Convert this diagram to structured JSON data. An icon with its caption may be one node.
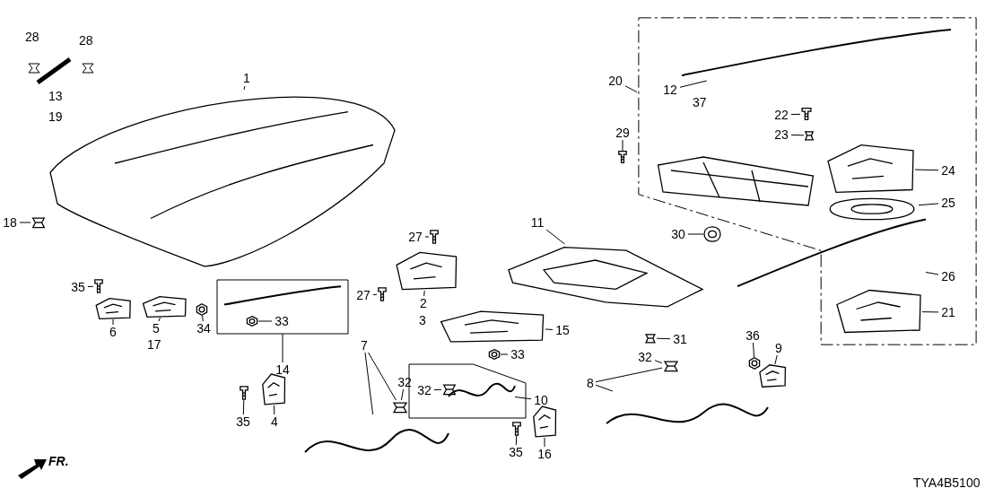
{
  "diagram": {
    "nodes": [
      {
        "text": [
          "1"
        ]
      },
      {
        "text": [],
        "shape": "picture"
      },
      {
        "text": [
          "18"
        ]
      },
      {
        "text": [],
        "shape": "picture"
      },
      {
        "text": [
          "35"
        ]
      },
      {
        "text": [],
        "shape": "picture"
      },
      {
        "text": [
          "6"
        ]
      },
      {
        "text": [],
        "shape": "picture"
      },
      {
        "text": [
          "5"
        ]
      },
      {
        "text": [],
        "shape": "picture"
      },
      {
        "text": [
          "34"
        ]
      },
      {
        "text": [],
        "shape": "picture"
      },
      {
        "text": [
          "27"
        ]
      },
      {
        "text": [],
        "shape": "picture"
      },
      {
        "text": [
          "27"
        ]
      },
      {
        "text": [],
        "shape": "picture"
      },
      {
        "text": [],
        "shape": "picture"
      },
      {
        "text": [
          "2"
        ]
      },
      {
        "text": [],
        "shape": "box"
      },
      {
        "text": [],
        "shape": "picture",
        "in": 18
      },
      {
        "text": [
          "33"
        ],
        "in": 18
      },
      {
        "text": [],
        "shape": "picture",
        "in": 18
      },
      {
        "text": [
          "14"
        ]
      },
      {
        "text": [
          "7"
        ]
      },
      {
        "text": [],
        "shape": "picture"
      },
      {
        "text": [
          "32"
        ]
      },
      {
        "text": [],
        "shape": "picture"
      },
      {
        "text": [
          "35"
        ]
      },
      {
        "text": [],
        "shape": "picture"
      },
      {
        "text": [],
        "shape": "picture"
      },
      {
        "text": [
          "4"
        ]
      },
      {
        "text": [
          "11"
        ]
      },
      {
        "text": [],
        "shape": "picture"
      },
      {
        "text": [],
        "shape": "picture"
      },
      {
        "text": [
          "15"
        ]
      },
      {
        "text": [
          "33"
        ]
      },
      {
        "text": [],
        "shape": "picture"
      },
      {
        "text": [],
        "shape": "picture"
      },
      {
        "text": [
          "31"
        ]
      },
      {
        "text": [],
        "shape": "box"
      },
      {
        "text": [
          "32"
        ],
        "in": 39
      },
      {
        "text": [],
        "shape": "picture",
        "in": 39
      },
      {
        "text": [],
        "shape": "picture",
        "in": 39
      },
      {
        "text": [
          "10"
        ]
      },
      {
        "text": [],
        "shape": "picture"
      },
      {
        "text": [
          "35"
        ]
      },
      {
        "text": [],
        "shape": "picture"
      },
      {
        "text": [
          "16"
        ]
      },
      {
        "text": [
          "8"
        ]
      },
      {
        "text": [
          "32"
        ]
      },
      {
        "text": [],
        "shape": "picture"
      },
      {
        "text": [],
        "shape": "picture"
      },
      {
        "text": [
          "36"
        ]
      },
      {
        "text": [],
        "shape": "picture"
      },
      {
        "text": [],
        "shape": "picture"
      },
      {
        "text": [
          "9"
        ]
      },
      {
        "text": [
          "20"
        ]
      },
      {
        "text": [],
        "shape": "box"
      },
      {
        "text": [
          "12"
        ],
        "in": 57
      },
      {
        "text": [],
        "shape": "picture",
        "in": 57
      },
      {
        "text": [
          "22"
        ],
        "in": 57
      },
      {
        "text": [],
        "shape": "picture",
        "in": 57
      },
      {
        "text": [
          "23"
        ],
        "in": 57
      },
      {
        "text": [],
        "shape": "picture",
        "in": 57
      },
      {
        "text": [],
        "shape": "picture",
        "in": 57
      },
      {
        "text": [
          "24"
        ],
        "in": 57
      },
      {
        "text": [
          "25"
        ],
        "in": 57
      },
      {
        "text": [],
        "shape": "picture",
        "in": 57
      },
      {
        "text": [
          "29"
        ]
      },
      {
        "text": [],
        "shape": "picture"
      },
      {
        "text": [
          "30"
        ]
      },
      {
        "text": [],
        "shape": "picture"
      },
      {
        "text": [],
        "shape": "picture",
        "in": 57
      },
      {
        "text": [
          "26"
        ],
        "in": 57
      },
      {
        "text": [],
        "shape": "picture",
        "in": 57
      },
      {
        "text": [
          "21"
        ],
        "in": 57
      },
      {
        "text": [],
        "shape": "picture",
        "in": 57
      }
    ],
    "edges": [
      {
        "from": 0,
        "to": 1,
        "arrow": "none"
      },
      {
        "from": 2,
        "to": 3,
        "arrow": "none"
      },
      {
        "from": 4,
        "to": 5,
        "arrow": "none"
      },
      {
        "from": 6,
        "to": 7,
        "arrow": "none"
      },
      {
        "from": 8,
        "to": 9,
        "arrow": "none"
      },
      {
        "from": 10,
        "to": 11,
        "arrow": "none"
      },
      {
        "from": 12,
        "to": 13,
        "arrow": "none"
      },
      {
        "from": 14,
        "to": 15,
        "arrow": "none"
      },
      {
        "from": 17,
        "to": 16,
        "arrow": "none"
      },
      {
        "from": 20,
        "to": 21,
        "arrow": "none"
      },
      {
        "from": 22,
        "to": 18,
        "arrow": "none"
      },
      {
        "from": 23,
        "to": 24,
        "arrow": "none"
      },
      {
        "from": 23,
        "to": 26,
        "arrow": "none"
      },
      {
        "from": 25,
        "to": 26,
        "arrow": "none"
      },
      {
        "from": 27,
        "to": 28,
        "arrow": "none"
      },
      {
        "from": 30,
        "to": 29,
        "arrow": "none"
      },
      {
        "from": 31,
        "to": 32,
        "arrow": "none"
      },
      {
        "from": 34,
        "to": 33,
        "arrow": "none"
      },
      {
        "from": 35,
        "to": 36,
        "arrow": "none"
      },
      {
        "from": 38,
        "to": 37,
        "arrow": "none"
      },
      {
        "from": 40,
        "to": 41,
        "arrow": "none"
      },
      {
        "from": 43,
        "to": 42,
        "arrow": "none"
      },
      {
        "from": 45,
        "to": 44,
        "arrow": "none"
      },
      {
        "from": 47,
        "to": 46,
        "arrow": "none"
      },
      {
        "from": 48,
        "to": 51,
        "arrow": "none"
      },
      {
        "from": 48,
        "to": 50,
        "arrow": "none"
      },
      {
        "from": 49,
        "to": 50,
        "arrow": "none"
      },
      {
        "from": 52,
        "to": 53,
        "arrow": "none"
      },
      {
        "from": 55,
        "to": 54,
        "arrow": "none"
      },
      {
        "from": 56,
        "to": 57,
        "arrow": "none"
      },
      {
        "from": 58,
        "to": 59,
        "arrow": "none"
      },
      {
        "from": 60,
        "to": 61,
        "arrow": "none"
      },
      {
        "from": 62,
        "to": 63,
        "arrow": "none"
      },
      {
        "from": 65,
        "to": 64,
        "arrow": "none"
      },
      {
        "from": 66,
        "to": 67,
        "arrow": "none"
      },
      {
        "from": 68,
        "to": 69,
        "arrow": "none"
      },
      {
        "from": 70,
        "to": 71,
        "arrow": "none"
      },
      {
        "from": 73,
        "to": 72,
        "arrow": "none"
      },
      {
        "from": 75,
        "to": 74,
        "arrow": "none"
      }
    ],
    "labels": [
      "28",
      "28",
      "37",
      "13",
      "19",
      "3",
      "17",
      "FR.",
      "TYA4B5100"
    ]
  }
}
